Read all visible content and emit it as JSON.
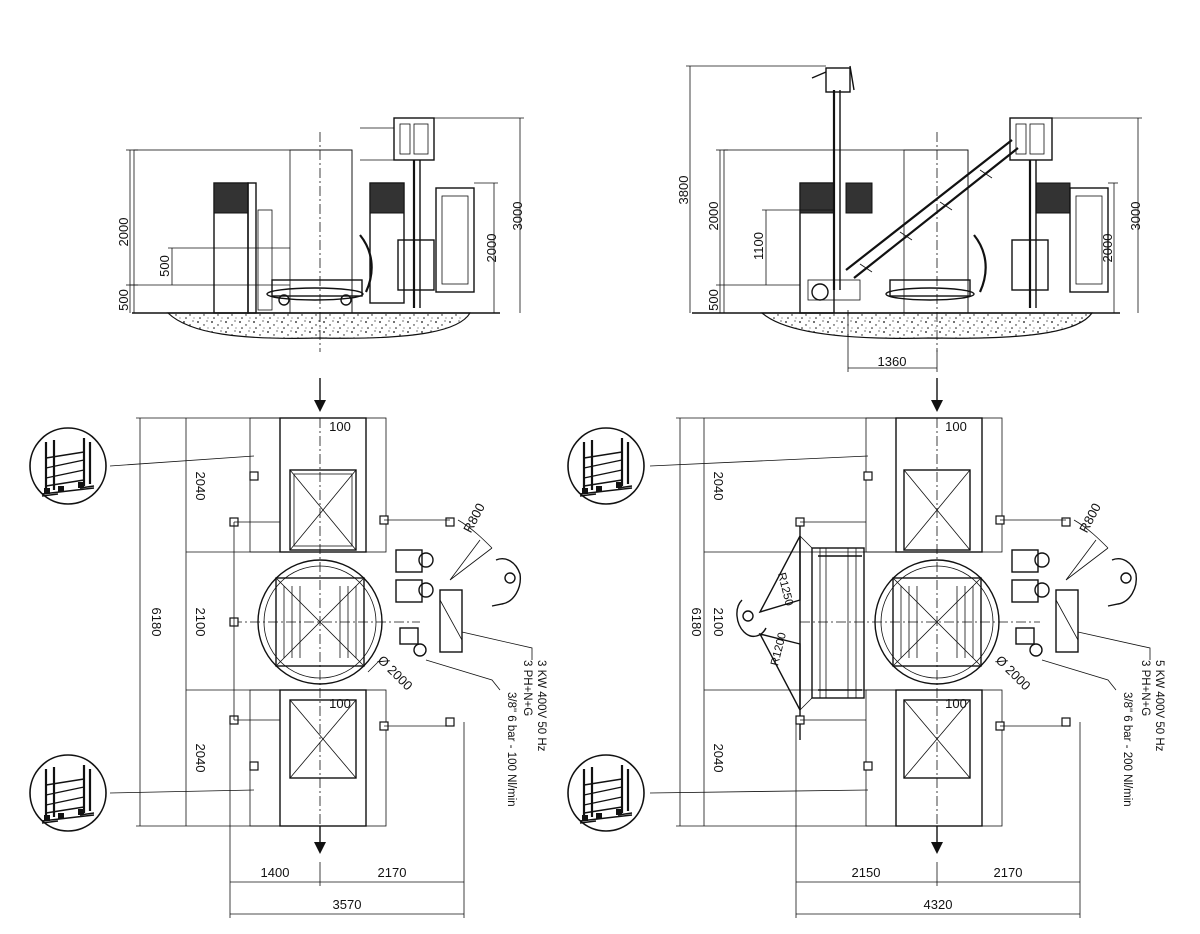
{
  "left_side_view": {
    "dims": {
      "h_2000": "2000",
      "h_500": "500",
      "h_500_b": "500",
      "h_2000_r": "2000",
      "h_3000": "3000"
    }
  },
  "right_side_view": {
    "dims": {
      "h_3800": "3800",
      "h_2000": "2000",
      "h_1100": "1100",
      "h_500": "500",
      "h_2000_r": "2000",
      "h_3000": "3000",
      "w_1360": "1360"
    }
  },
  "left_plan": {
    "dims": {
      "top_100": "100",
      "bottom_100": "100",
      "h_2040_top": "2040",
      "h_2100": "2100",
      "h_2040_bottom": "2040",
      "h_6180": "6180",
      "radius": "R800",
      "diameter": "Ø 2000",
      "w_1400": "1400",
      "w_2170": "2170",
      "w_3570": "3570"
    },
    "notes": {
      "power_1": "3 KW 400V 50 Hz",
      "power_2": "3 PH+N+G",
      "air": "3/8\" 6 bar - 100 Nl/min"
    }
  },
  "right_plan": {
    "dims": {
      "top_100": "100",
      "bottom_100": "100",
      "h_2040_top": "2040",
      "h_2100": "2100",
      "h_2040_bottom": "2040",
      "h_6180": "6180",
      "radius": "R800",
      "radius_arm_1": "R1250",
      "radius_arm_2": "R1200",
      "diameter": "Ø 2000",
      "w_2150": "2150",
      "w_2170": "2170",
      "w_4320": "4320"
    },
    "notes": {
      "power_1": "5 KW 400V 50 Hz",
      "power_2": "3 PH+N+G",
      "air": "3/8\" 6 bar - 200 Nl/min"
    }
  },
  "detail_bubbles": {
    "count": 4,
    "icon": "ladder-frame-icon"
  }
}
